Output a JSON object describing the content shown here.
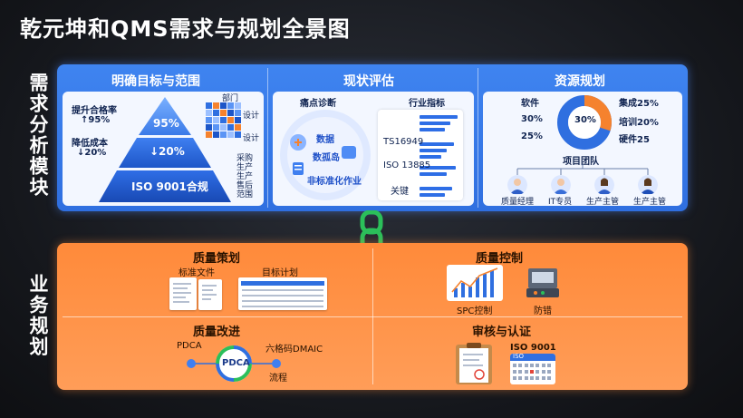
{
  "title": "乾元坤和QMS需求与规划全景图",
  "side_labels": {
    "requirements": "需求分析模块",
    "business": "业务规划"
  },
  "goals": {
    "title": "明确目标与范围",
    "pass_rate_label": "提升合格率",
    "pass_rate_value": "↑95%",
    "cost_label": "降低成本",
    "cost_value": "↓20%",
    "pyramid_top": "95%",
    "pyramid_mid": "↓20%",
    "pyramid_bottom": "ISO 9001合规",
    "dept_label": "部门",
    "design_1": "设计",
    "design_2": "设计",
    "scope_items": [
      "采购",
      "生产",
      "生产",
      "售后",
      "范围"
    ]
  },
  "status": {
    "title": "现状评估",
    "pain_title": "痛点诊断",
    "pain_data": "数据",
    "pain_island": "数孤岛",
    "pain_nonstd": "非标准化作业",
    "industry_title": "行业指标",
    "ind_1": "TS16949",
    "ind_2": "ISO 13885",
    "ind_3": "关键"
  },
  "resources": {
    "title": "资源规划",
    "left_labels": [
      "软件",
      "30%",
      "25%"
    ],
    "right_labels": [
      "集成25%",
      "培训20%",
      "硬件25"
    ],
    "center": "30%",
    "team_title": "项目团队",
    "team": [
      "质量经理",
      "IT专员",
      "生产主管",
      "生产主管"
    ]
  },
  "connector_icon": "chain-link-icon",
  "planning": {
    "title": "质量策划",
    "std_doc": "标准文件",
    "target_plan": "目标计划"
  },
  "control": {
    "title": "质量控制",
    "spc": "SPC控制",
    "mistake": "防错"
  },
  "improve": {
    "title": "质量改进",
    "pdca": "PDCA",
    "center": "PDCA",
    "dmaic": "六格码DMAIC",
    "process": "流程"
  },
  "audit": {
    "title": "审核与认证",
    "iso_cal": "ISO 9001",
    "iso_tag": "ISO"
  },
  "colors": {
    "top_blue": "#3f84f0",
    "bottom_orange": "#ff8a3a",
    "donut_blue": "#2f6fe0",
    "donut_orange": "#f5822e",
    "link_green": "#2bbf5a"
  }
}
